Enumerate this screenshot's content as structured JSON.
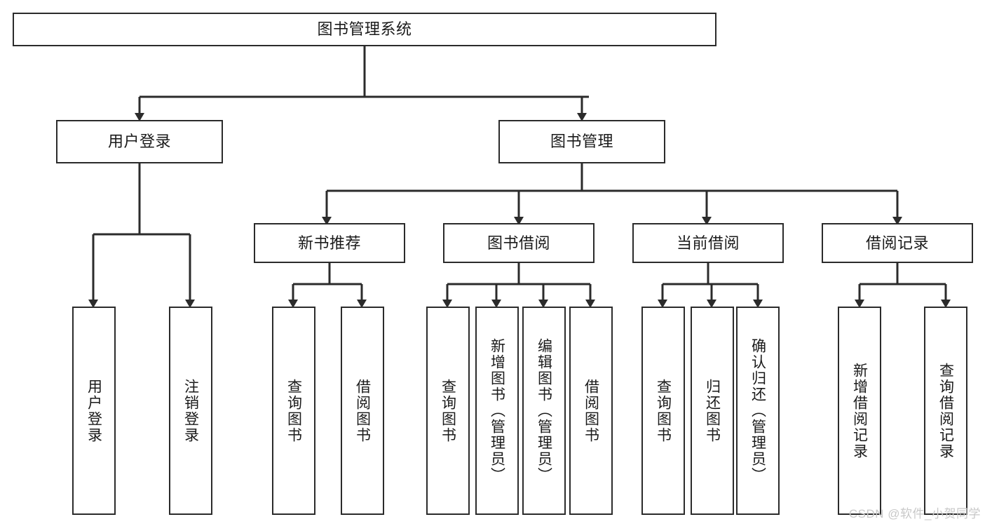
{
  "diagram": {
    "title": "图书管理系统",
    "type": "hierarchy-tree",
    "colors": {
      "box_border": "#2b2b2b",
      "box_fill": "#ffffff",
      "connector": "#2b2b2b",
      "text": "#1a1a1a",
      "watermark": "#c8c8c8"
    },
    "root": {
      "label": "图书管理系统"
    },
    "level2": [
      {
        "label": "用户登录"
      },
      {
        "label": "图书管理"
      }
    ],
    "level3": [
      {
        "label": "新书推荐"
      },
      {
        "label": "图书借阅"
      },
      {
        "label": "当前借阅"
      },
      {
        "label": "借阅记录"
      }
    ],
    "leaves": {
      "user_login": [
        {
          "label": "用户登录"
        },
        {
          "label": "注销登录"
        }
      ],
      "new_book_recommend": [
        {
          "label": "查询图书"
        },
        {
          "label": "借阅图书"
        }
      ],
      "book_borrow": [
        {
          "label": "查询图书"
        },
        {
          "label": "新增图书（管理员）"
        },
        {
          "label": "编辑图书（管理员）"
        },
        {
          "label": "借阅图书"
        }
      ],
      "current_borrow": [
        {
          "label": "查询图书"
        },
        {
          "label": "归还图书"
        },
        {
          "label": "确认归还（管理员）"
        }
      ],
      "borrow_record": [
        {
          "label": "新增借阅记录"
        },
        {
          "label": "查询借阅记录"
        }
      ]
    }
  },
  "watermark": {
    "text": "CSDN @软件_小贺同学"
  }
}
